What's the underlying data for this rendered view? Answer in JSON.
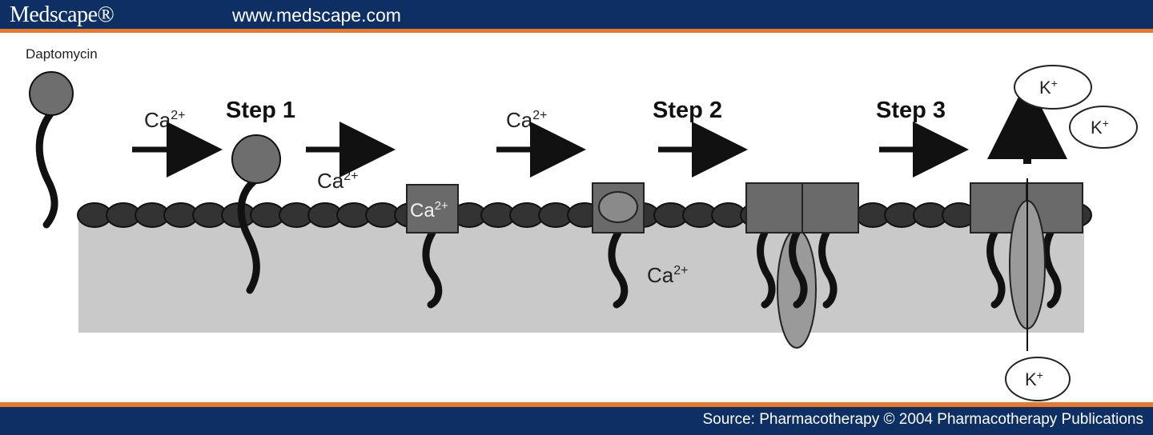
{
  "header": {
    "brand": "Medscape®",
    "url": "www.medscape.com"
  },
  "diagram": {
    "drug_label": "Daptomycin",
    "step1": "Step 1",
    "step2": "Step 2",
    "step3": "Step 3",
    "ca_ion": "Ca",
    "ca_charge": "2+",
    "k_ion": "K",
    "k_charge": "+"
  },
  "footer": {
    "source": "Source: Pharmacotherapy © 2004 Pharmacotherapy Publications"
  },
  "colors": {
    "header_bg": "#0d2f63",
    "accent_stripe": "#e8782c",
    "membrane_bead": "#333333",
    "membrane_body": "#c9c9c9",
    "drug_head": "#6e6e6e",
    "complex_box": "#6a6a6a"
  }
}
